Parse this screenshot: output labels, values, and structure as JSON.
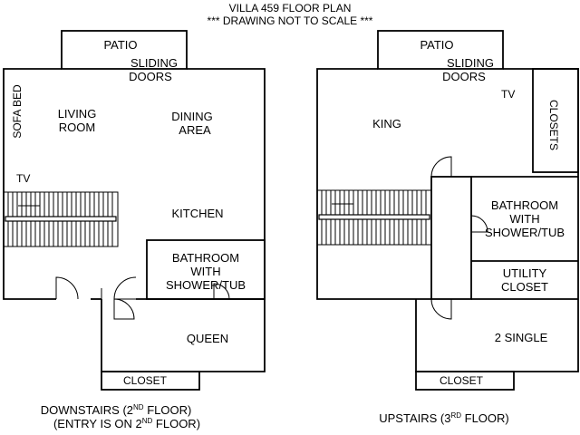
{
  "title": {
    "line1": "VILLA 459 FLOOR PLAN",
    "line2": "*** DRAWING NOT TO SCALE ***"
  },
  "downstairs": {
    "patio": "PATIO",
    "sliding_doors_1": "SLIDING",
    "sliding_doors_2": "DOORS",
    "sofa_bed": "SOFA BED",
    "living_room_1": "LIVING",
    "living_room_2": "ROOM",
    "dining_area_1": "DINING",
    "dining_area_2": "AREA",
    "tv": "TV",
    "kitchen": "KITCHEN",
    "bathroom_1": "BATHROOM",
    "bathroom_2": "WITH",
    "bathroom_3": "SHOWER/TUB",
    "queen": "QUEEN",
    "closet": "CLOSET",
    "caption_line1_a": "DOWNSTAIRS (2",
    "caption_line1_sup": "ND",
    "caption_line1_b": " FLOOR)",
    "caption_line2_a": "(ENTRY IS ON 2",
    "caption_line2_sup": "ND",
    "caption_line2_b": " FLOOR)"
  },
  "upstairs": {
    "patio": "PATIO",
    "sliding_doors_1": "SLIDING",
    "sliding_doors_2": "DOORS",
    "tv": "TV",
    "king": "KING",
    "closets": "CLOSETS",
    "bathroom_1": "BATHROOM",
    "bathroom_2": "WITH",
    "bathroom_3": "SHOWER/TUB",
    "utility_1": "UTILITY",
    "utility_2": "CLOSET",
    "two_single": "2 SINGLE",
    "closet": "CLOSET",
    "caption_a": "UPSTAIRS (3",
    "caption_sup": "RD",
    "caption_b": " FLOOR)"
  }
}
